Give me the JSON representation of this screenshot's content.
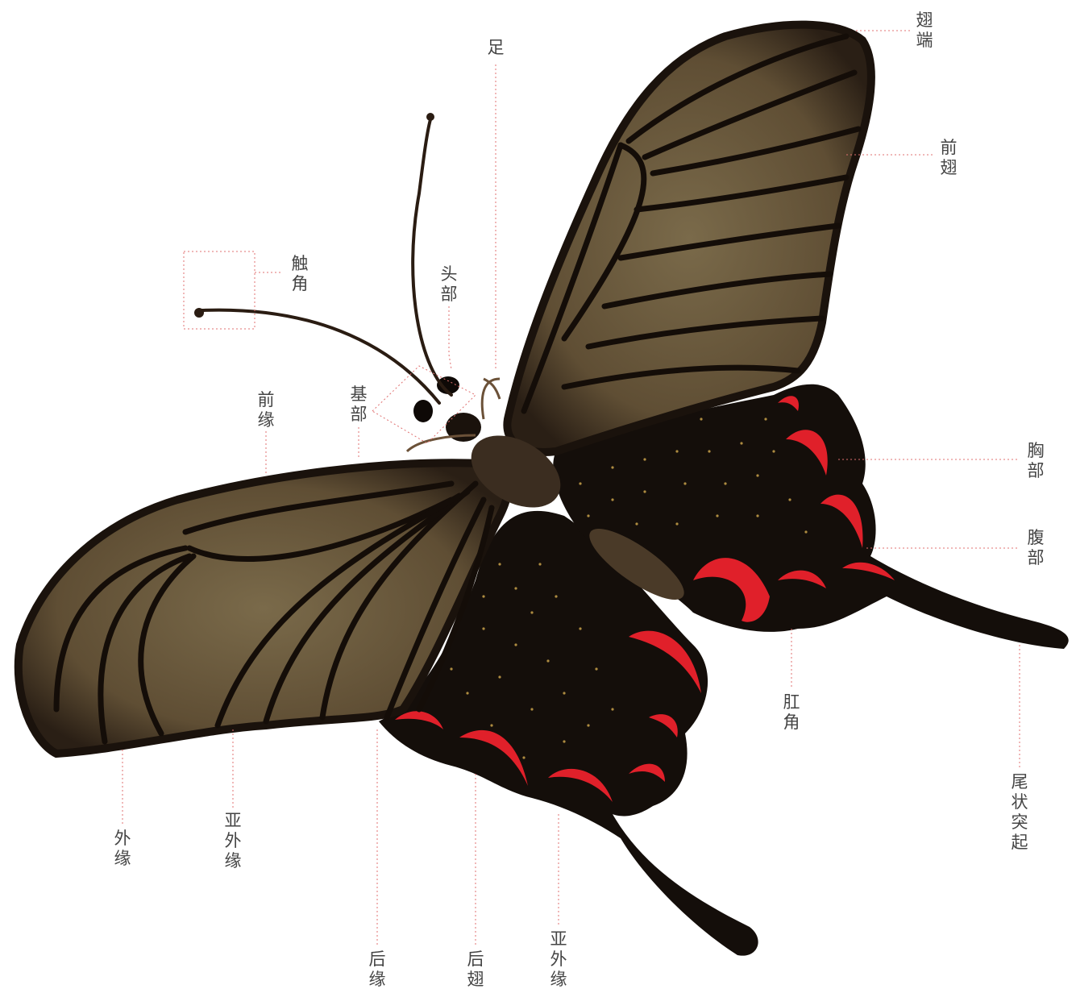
{
  "labels": {
    "wing_tip": [
      "翅",
      "端"
    ],
    "forewing": [
      "前",
      "翅"
    ],
    "thorax": [
      "胸",
      "部"
    ],
    "abdomen": [
      "腹",
      "部"
    ],
    "tornus": [
      "肛",
      "角"
    ],
    "tail": [
      "尾",
      "状",
      "突",
      "起"
    ],
    "leg": [
      "足"
    ],
    "head": [
      "头",
      "部"
    ],
    "antenna": [
      "触",
      "角"
    ],
    "base": [
      "基",
      "部"
    ],
    "costa": [
      "前",
      "缘"
    ],
    "outer_margin": [
      "外",
      "缘"
    ],
    "submarginal_fore": [
      "亚",
      "外",
      "缘"
    ],
    "inner_margin": [
      "后",
      "缘"
    ],
    "hindwing": [
      "后",
      "翅"
    ],
    "submarginal_hind": [
      "亚",
      "外",
      "缘"
    ]
  },
  "colors": {
    "wing_brown": "#6b5a3e",
    "wing_dark": "#1a120c",
    "vein": "#140d08",
    "red_spot": "#e0202a",
    "label_text": "#444444",
    "leader_line": "#e07070"
  }
}
